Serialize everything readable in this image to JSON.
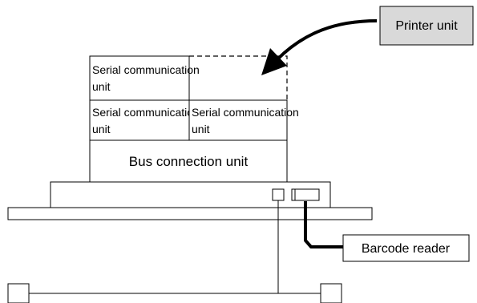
{
  "labels": {
    "printer_unit": "Printer unit",
    "serial_unit_line1": "Serial communication",
    "serial_unit_line2": "unit",
    "bus_connection_unit": "Bus connection unit",
    "barcode_reader": "Barcode reader"
  },
  "colors": {
    "printer_box_fill": "#d9d9d9",
    "stroke": "#000000",
    "background": "#ffffff"
  }
}
